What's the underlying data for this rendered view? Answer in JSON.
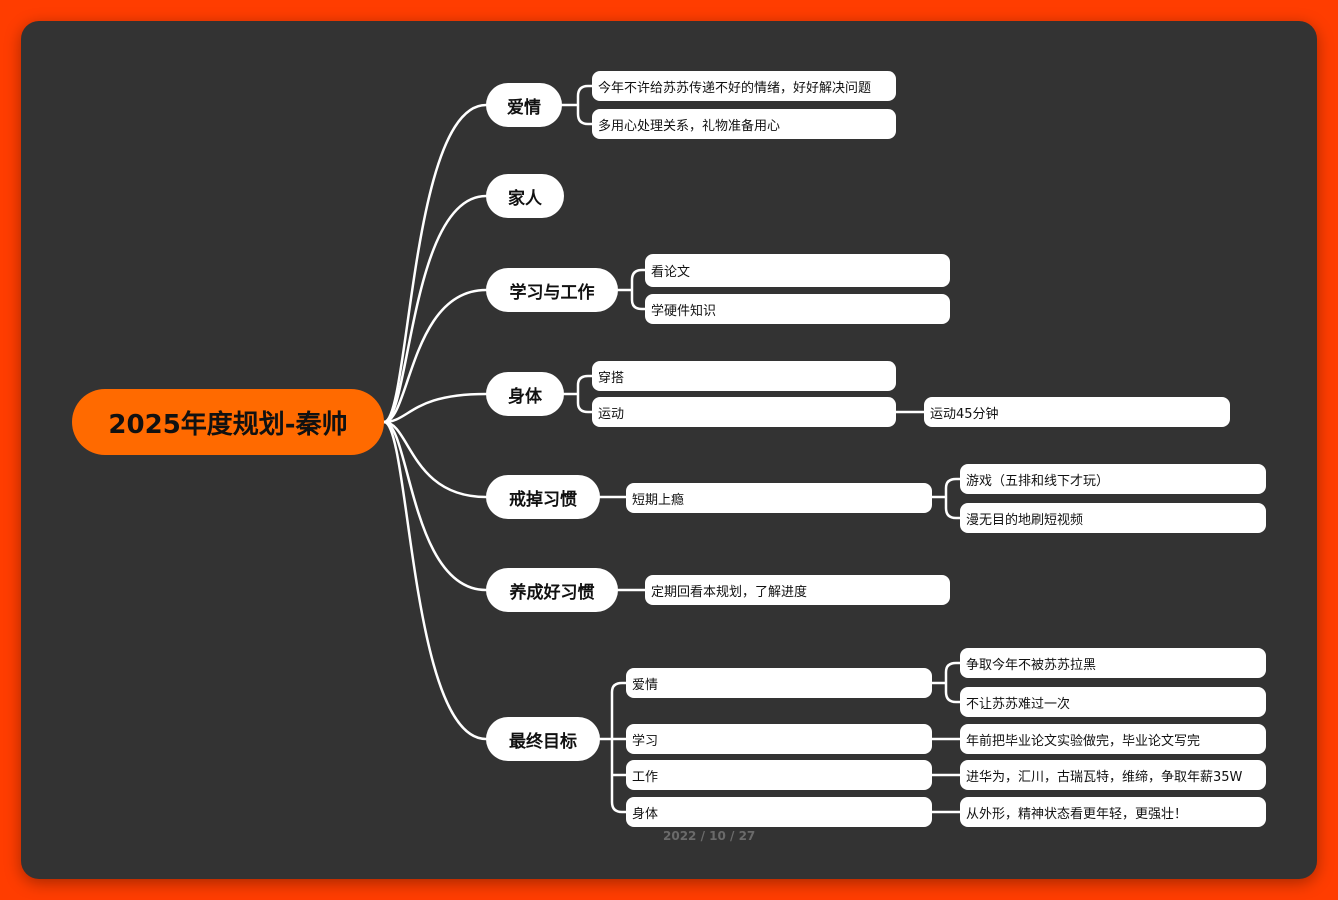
{
  "root": "2025年度规划-秦帅",
  "topics": {
    "love": "爱情",
    "family": "家人",
    "study_work": "学习与工作",
    "body": "身体",
    "quit": "戒掉习惯",
    "habit": "养成好习惯",
    "goal": "最终目标"
  },
  "leaves": {
    "love_1": "今年不许给苏苏传递不好的情绪，好好解决问题",
    "love_2": "多用心处理关系，礼物准备用心",
    "study_1": "看论文",
    "study_2": "学硬件知识",
    "body_1": "穿搭",
    "body_2": "运动",
    "body_2_1": "运动45分钟",
    "quit_1": "短期上瘾",
    "quit_1_1": "游戏（五排和线下才玩）",
    "quit_1_2": "漫无目的地刷短视频",
    "habit_1": "定期回看本规划，了解进度",
    "goal_love": "爱情",
    "goal_love_1": "争取今年不被苏苏拉黑",
    "goal_love_2": "不让苏苏难过一次",
    "goal_study": "学习",
    "goal_study_1": "年前把毕业论文实验做完，毕业论文写完",
    "goal_work": "工作",
    "goal_work_1": "进华为，汇川，古瑞瓦特，维缔，争取年薪35W",
    "goal_body": "身体",
    "goal_body_1": "从外形，精神状态看更年轻，更强壮！"
  },
  "footer": "2022 / 10 / 27",
  "colors": {
    "frame": "#ff3d00",
    "canvas": "#333333",
    "root": "#ff6a00",
    "node": "#ffffff",
    "line": "#ffffff"
  }
}
